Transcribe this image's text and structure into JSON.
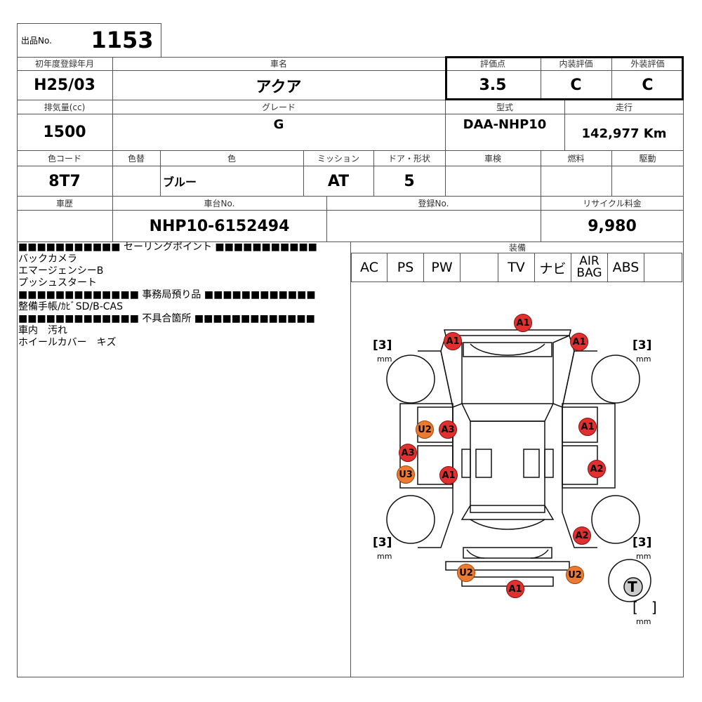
{
  "lot": {
    "label": "出品No.",
    "number": "1153"
  },
  "row1": {
    "reg_label": "初年度登録年月",
    "reg_value": "H25/03",
    "name_label": "車名",
    "name_value": "アクア",
    "score_label": "評価点",
    "score_value": "3.5",
    "interior_label": "内装評価",
    "interior_value": "C",
    "exterior_label": "外装評価",
    "exterior_value": "C"
  },
  "row2": {
    "displacement_label": "排気量(cc)",
    "displacement_value": "1500",
    "grade_label": "グレード",
    "grade_value": "G",
    "model_label": "型式",
    "model_value": "DAA-NHP10",
    "mileage_label": "走行",
    "mileage_value": "142,977 Km"
  },
  "row3": {
    "colorcode_label": "色コード",
    "colorcode_value": "8T7",
    "repaint_label": "色替",
    "repaint_value": "",
    "color_label": "色",
    "color_value": "ブルー",
    "mission_label": "ミッション",
    "mission_value": "AT",
    "door_label": "ドア・形状",
    "door_value": "5",
    "inspection_label": "車検",
    "inspection_value": "",
    "fuel_label": "燃料",
    "fuel_value": "",
    "drive_label": "駆動",
    "drive_value": ""
  },
  "row4": {
    "history_label": "車歴",
    "history_value": "",
    "chassis_label": "車台No.",
    "chassis_value": "NHP10-6152494",
    "regno_label": "登録No.",
    "regno_value": "",
    "recycle_label": "リサイクル料金",
    "recycle_value": "9,980"
  },
  "notes": {
    "selling_header": "■■■■■■■■■■■ セーリングポイント ■■■■■■■■■■■",
    "selling_items": [
      "バックカメラ",
      "エマージェンシーB",
      "プッシュスタート"
    ],
    "office_header": "■■■■■■■■■■■■■ 事務局預り品 ■■■■■■■■■■■■",
    "office_items": [
      "整備手帳/ｶﾋﾞSD/B-CAS"
    ],
    "defect_header": "■■■■■■■■■■■■■ 不具合箇所 ■■■■■■■■■■■■■",
    "defect_items": [
      "車内　汚れ",
      "ホイールカバー　キズ"
    ]
  },
  "equipment": {
    "label": "装備",
    "items": [
      "AC",
      "PS",
      "PW",
      "",
      "TV",
      "ナビ",
      "AIR\nBAG",
      "ABS",
      ""
    ]
  },
  "tread": {
    "value": "3",
    "unit": "mm",
    "tire_mark": "T"
  },
  "marks": [
    {
      "code": "A1",
      "color": "red"
    },
    {
      "code": "A1",
      "color": "red"
    },
    {
      "code": "A1",
      "color": "red"
    },
    {
      "code": "U2",
      "color": "orange"
    },
    {
      "code": "A3",
      "color": "red"
    },
    {
      "code": "A1",
      "color": "red"
    },
    {
      "code": "A3",
      "color": "red"
    },
    {
      "code": "A2",
      "color": "red"
    },
    {
      "code": "U3",
      "color": "orange"
    },
    {
      "code": "A1",
      "color": "red"
    },
    {
      "code": "A2",
      "color": "red"
    },
    {
      "code": "U2",
      "color": "orange"
    },
    {
      "code": "U2",
      "color": "orange"
    },
    {
      "code": "A1",
      "color": "red"
    }
  ],
  "colors": {
    "mark_red": "#e03030",
    "mark_orange": "#ec7a30",
    "border": "#555555"
  }
}
